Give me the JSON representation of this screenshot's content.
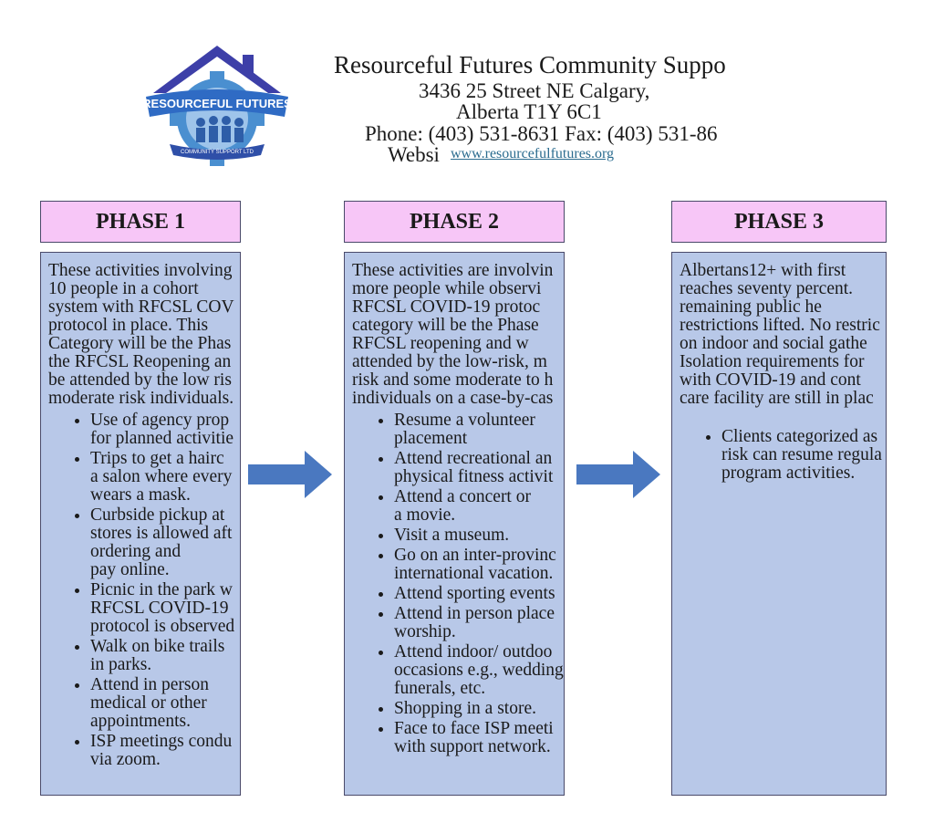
{
  "header": {
    "logo_text": "RESOURCEFUL FUTURES",
    "logo_subtext": "COMMUNITY SUPPORT LTD",
    "org_name": "Resourceful Futures Community Suppo",
    "address_line1": "3436 25 Street NE Calgary,",
    "address_line2": "Alberta T1Y 6C1",
    "phone_line": "Phone: (403) 531-8631 Fax: (403) 531-86",
    "website_label": "Websi",
    "website_url": "www.resourcefulfutures.org"
  },
  "phases": [
    {
      "title": "PHASE 1",
      "intro": [
        "These activities involving",
        "10 people in a cohort",
        "system with RFCSL COV",
        "protocol in place. This",
        "Category will be the Phas",
        "the RFCSL Reopening an",
        "be attended by the low ris",
        "moderate risk individuals."
      ],
      "items": [
        [
          "Use of agency prop",
          "for planned activitie"
        ],
        [
          "Trips to get a hairc",
          "a salon where every",
          "wears a mask."
        ],
        [
          "Curbside pickup at",
          "stores is allowed aft",
          "ordering and",
          "pay online."
        ],
        [
          "Picnic in the park w",
          "RFCSL COVID-19",
          "protocol is observed"
        ],
        [
          "Walk on bike trails",
          "in parks."
        ],
        [
          "Attend in person",
          "medical or other",
          "appointments."
        ],
        [
          "ISP meetings condu",
          "via zoom."
        ]
      ]
    },
    {
      "title": "PHASE 2",
      "intro": [
        "These activities are involvin",
        "more people while observi",
        "RFCSL COVID-19 protoc",
        "category will be the Phase",
        "RFCSL reopening and w",
        "attended by the low-risk, m",
        "risk and some moderate to h",
        "individuals on a case-by-cas"
      ],
      "items": [
        [
          "Resume a volunteer",
          "placement"
        ],
        [
          "Attend recreational an",
          "physical fitness activit"
        ],
        [
          "Attend a concert or",
          "a movie."
        ],
        [
          "Visit a museum."
        ],
        [
          "Go on an inter-provinc",
          "international vacation."
        ],
        [
          "Attend sporting events"
        ],
        [
          "Attend in person place",
          "worship."
        ],
        [
          "Attend indoor/ outdoo",
          "occasions e.g., wedding",
          "funerals, etc."
        ],
        [
          "Shopping in a store."
        ],
        [
          "Face to face ISP meeti",
          "with support network."
        ]
      ]
    },
    {
      "title": "PHASE 3",
      "intro": [
        "Albertans12+ with first",
        "reaches seventy percent.",
        "remaining public he",
        "restrictions lifted. No restric",
        "on indoor and social gathe",
        "Isolation requirements for",
        "with COVID-19 and cont",
        "care facility are still in plac"
      ],
      "items": [
        [
          "Clients categorized as",
          "risk can resume regula",
          "program activities."
        ]
      ]
    }
  ],
  "colors": {
    "header_fill": "#f7c6f7",
    "box_fill": "#b8c8e8",
    "arrow_fill": "#4a78c0"
  }
}
